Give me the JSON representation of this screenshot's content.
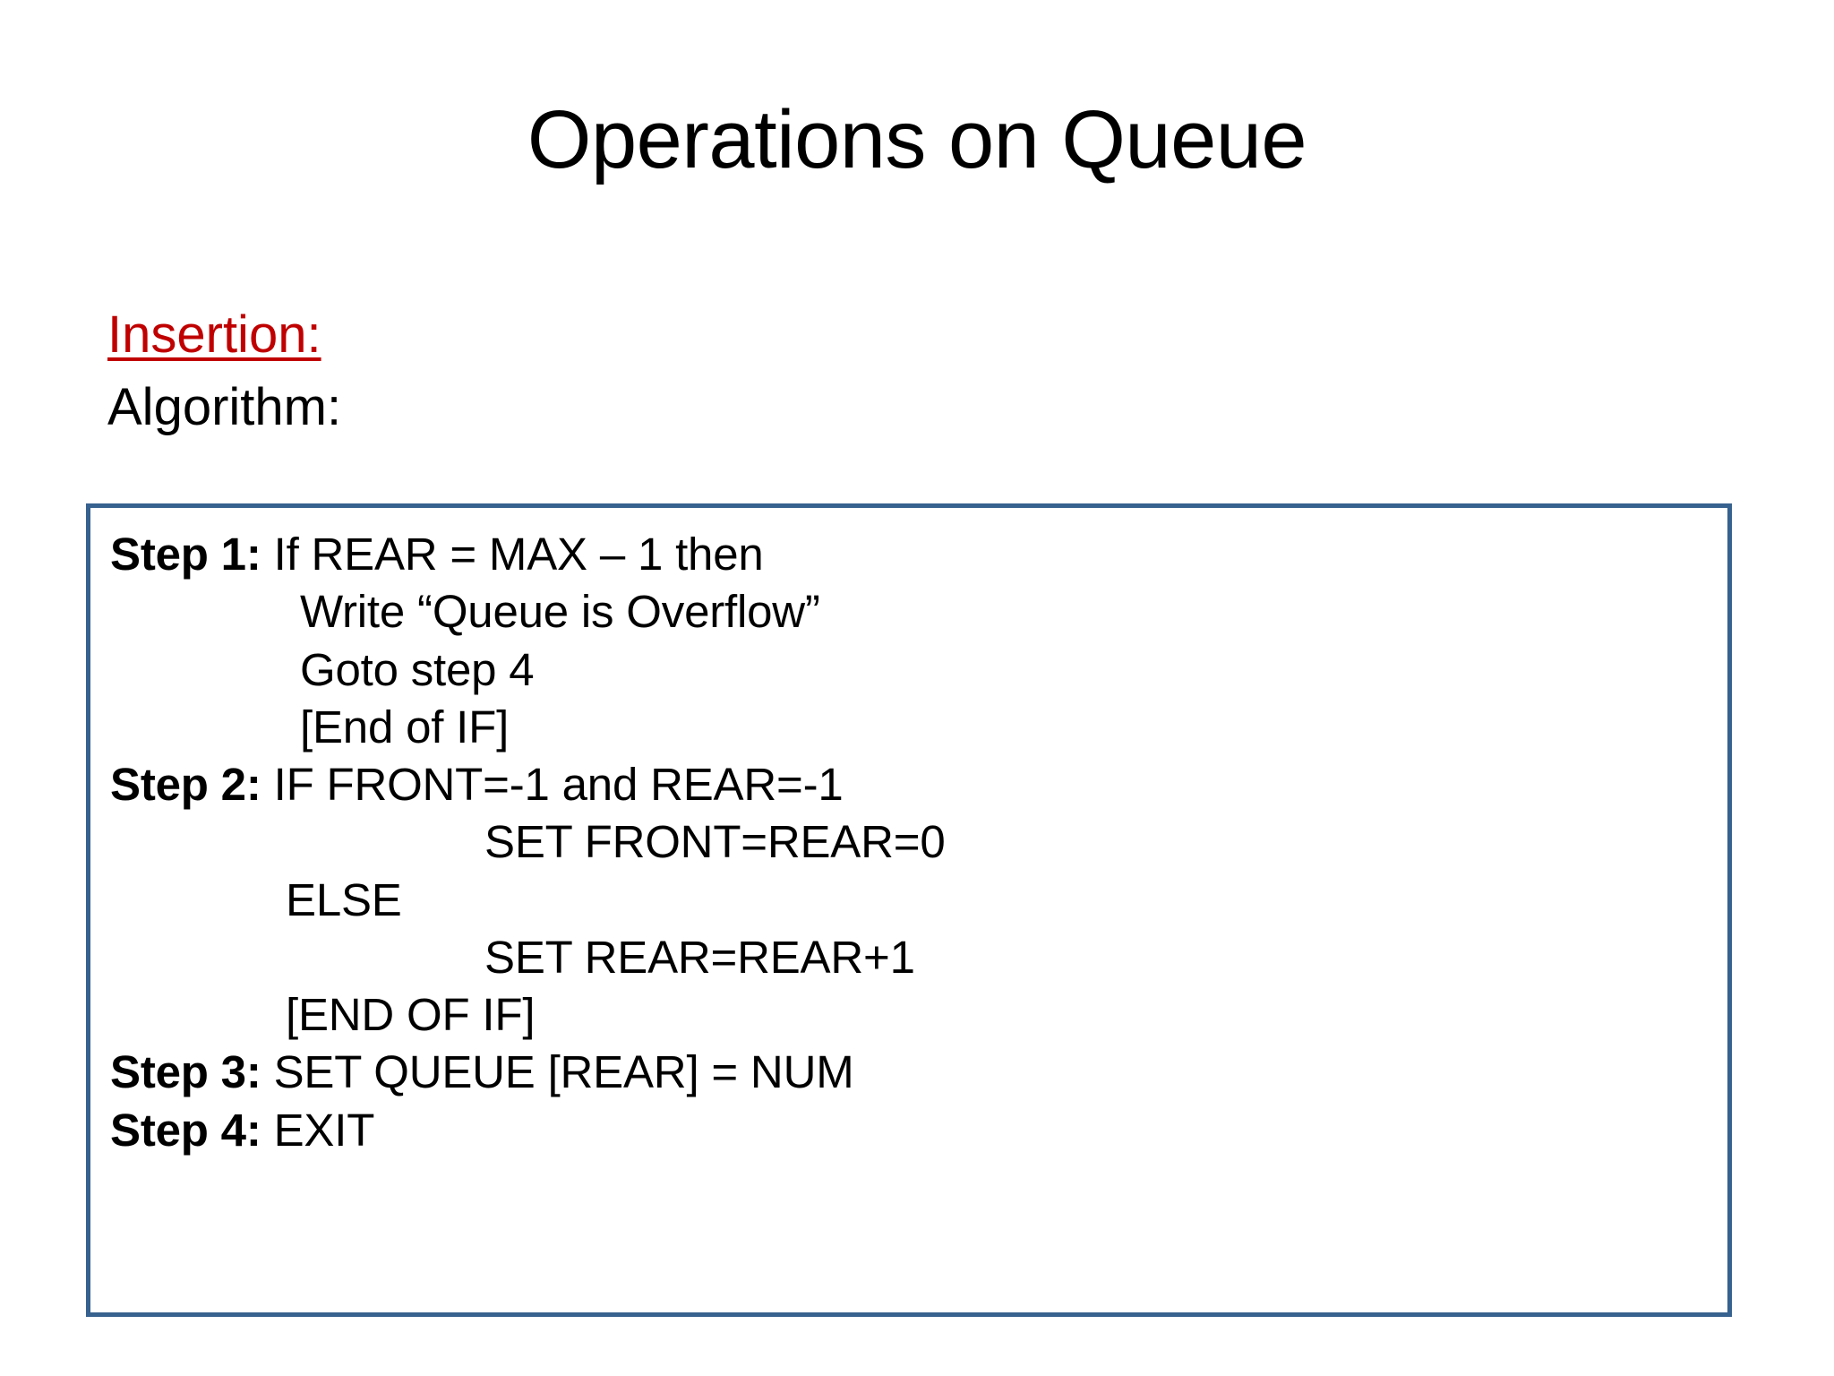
{
  "slide": {
    "title": "Operations on Queue",
    "intro": {
      "heading": "Insertion:",
      "sub": "Algorithm:"
    },
    "algorithm_box": {
      "border_color": "#37618E",
      "lines": [
        {
          "label": "Step 1:",
          "text": " If REAR = MAX – 1 then",
          "indent": 0
        },
        {
          "label": "",
          "text": "Write “Queue is Overflow”",
          "indent": 1
        },
        {
          "label": "",
          "text": "Goto step 4",
          "indent": 1
        },
        {
          "label": "",
          "text": "[End of IF]",
          "indent": 1
        },
        {
          "label": "Step 2:",
          "text": " IF FRONT=-1 and REAR=-1",
          "indent": 0
        },
        {
          "label": "",
          "text": "SET FRONT=REAR=0",
          "indent": 2
        },
        {
          "label": "",
          "text": "ELSE",
          "indent": 3
        },
        {
          "label": "",
          "text": "SET REAR=REAR+1",
          "indent": 2
        },
        {
          "label": "",
          "text": "[END OF IF]",
          "indent": 3
        },
        {
          "label": "Step 3:",
          "text": " SET QUEUE [REAR] = NUM",
          "indent": 0
        },
        {
          "label": "Step 4:",
          "text": " EXIT",
          "indent": 0
        }
      ]
    },
    "colors": {
      "heading_red": "#C00000",
      "box_border_blue": "#37618E",
      "text_black": "#000000",
      "background": "#FFFFFF"
    }
  }
}
